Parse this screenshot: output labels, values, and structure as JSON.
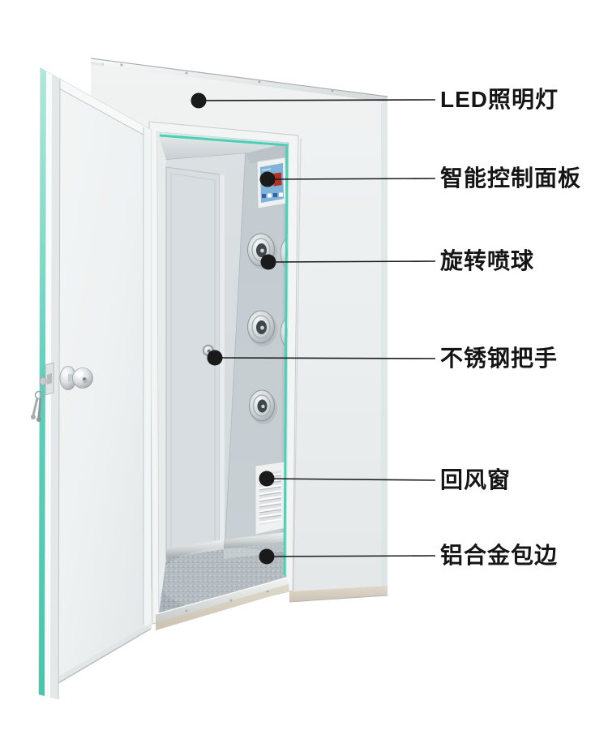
{
  "annotations": {
    "callouts": [
      {
        "id": "led-light",
        "label": "LED照明灯"
      },
      {
        "id": "control-panel",
        "label": "智能控制面板"
      },
      {
        "id": "spray-nozzle",
        "label": "旋转喷球"
      },
      {
        "id": "door-handle",
        "label": "不锈钢把手"
      },
      {
        "id": "return-air-window",
        "label": "回风窗"
      },
      {
        "id": "aluminum-edging",
        "label": "铝合金包边"
      }
    ],
    "marker_color": "#1a1a1a",
    "text_color": "#151515"
  },
  "scene_colors": {
    "background": "#ffffff",
    "cabinet_panel": "#eaeeee",
    "interior_wall": "#c7ced3",
    "teal_accent": "#4ecfb5",
    "floor_gray": "#a5afb5",
    "panel_display_red": "#b62f22",
    "panel_label_blue": "#7fb3d9",
    "stainless_silver": "#d9dde0"
  }
}
